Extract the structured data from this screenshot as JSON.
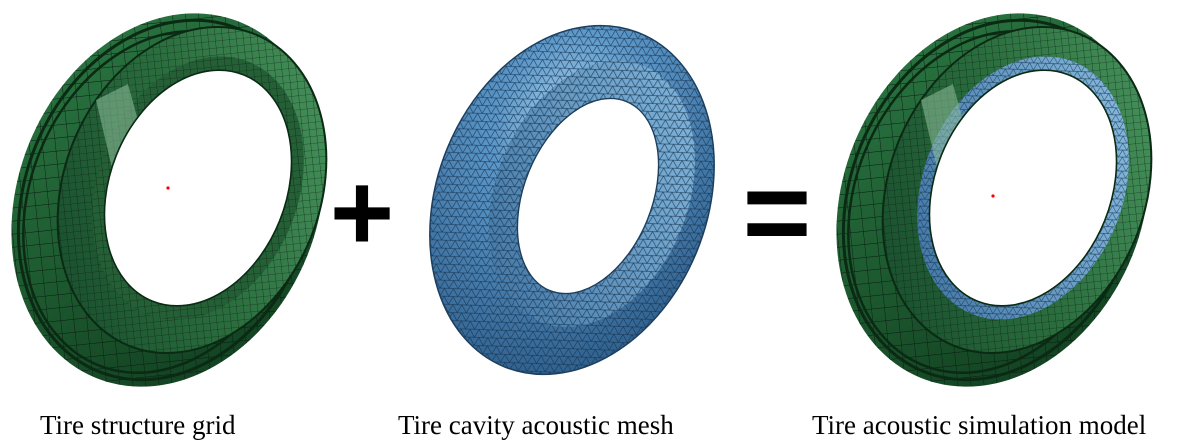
{
  "figure": {
    "operators": {
      "plus": "+",
      "equals": "="
    },
    "captions": {
      "structure": "Tire structure grid",
      "cavity": "Tire cavity acoustic mesh",
      "combined": "Tire acoustic simulation model"
    },
    "colors": {
      "structure_mesh": "#1f5e32",
      "structure_mesh_dark": "#0f3a1d",
      "cavity_mesh": "#3f7ab2",
      "cavity_mesh_light": "#a9d4ef",
      "mesh_lines": "#0a1a10",
      "center_marker": "#ff0000"
    }
  }
}
